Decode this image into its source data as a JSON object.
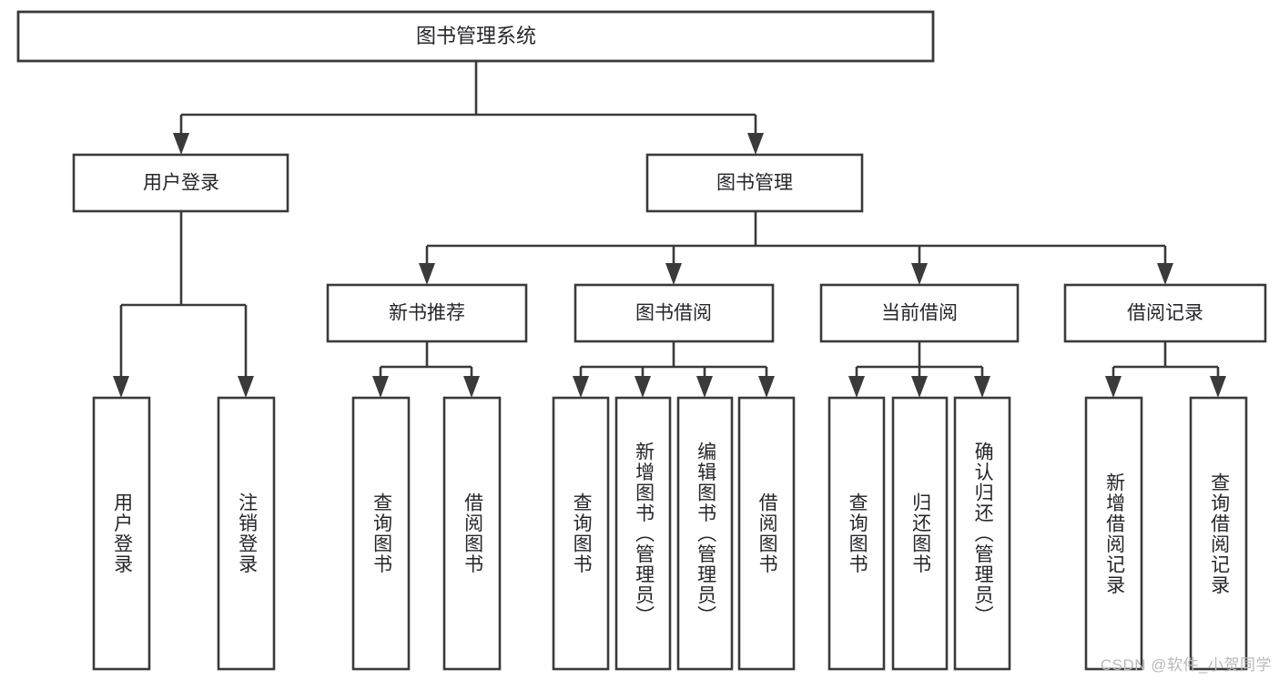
{
  "diagram": {
    "type": "tree-hierarchy",
    "title": "图书管理系统",
    "orientation": "top-down",
    "colors": {
      "stroke": "#3a3a3a",
      "box_fill": "#ffffff",
      "text": "#26262a",
      "background": "#ffffff",
      "watermark": "#b9b9bb"
    },
    "root": {
      "label": "图书管理系统",
      "children": [
        {
          "label": "用户登录",
          "children": [
            {
              "label": "用户登录"
            },
            {
              "label": "注销登录"
            }
          ]
        },
        {
          "label": "图书管理",
          "children": [
            {
              "label": "新书推荐",
              "children": [
                {
                  "label": "查询图书"
                },
                {
                  "label": "借阅图书"
                }
              ]
            },
            {
              "label": "图书借阅",
              "children": [
                {
                  "label": "查询图书"
                },
                {
                  "label": "新增图书（管理员）"
                },
                {
                  "label": "编辑图书（管理员）"
                },
                {
                  "label": "借阅图书"
                }
              ]
            },
            {
              "label": "当前借阅",
              "children": [
                {
                  "label": "查询图书"
                },
                {
                  "label": "归还图书"
                },
                {
                  "label": "确认归还（管理员）"
                }
              ]
            },
            {
              "label": "借阅记录",
              "children": [
                {
                  "label": "新增借阅记录"
                },
                {
                  "label": "查询借阅记录"
                }
              ]
            }
          ]
        }
      ]
    }
  },
  "nodes": {
    "root": "图书管理系统",
    "level1": {
      "user_login": "用户登录",
      "book_manage": "图书管理"
    },
    "level2": {
      "new_book_recommend": "新书推荐",
      "book_borrow": "图书借阅",
      "current_borrow": "当前借阅",
      "borrow_record": "借阅记录"
    },
    "leaves": {
      "user_login_1": "用户登录",
      "user_login_2": "注销登录",
      "recommend_1": "查询图书",
      "recommend_2": "借阅图书",
      "borrow_1": "查询图书",
      "borrow_2": "新增图书（管理员）",
      "borrow_3": "编辑图书（管理员）",
      "borrow_4": "借阅图书",
      "current_1": "查询图书",
      "current_2": "归还图书",
      "current_3": "确认归还（管理员）",
      "record_1": "新增借阅记录",
      "record_2": "查询借阅记录"
    }
  },
  "watermark": {
    "text": "CSDN @软件_小贺同学"
  }
}
